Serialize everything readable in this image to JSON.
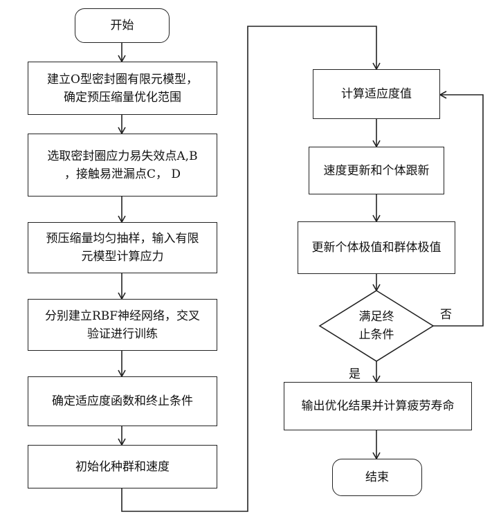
{
  "nodes": {
    "start": "开始",
    "step1_line1": "建立O型密封圈有限元模型，",
    "step1_line2": "确定预压缩量优化范围",
    "step2_line1": "选取密封圈应力易失效点A,B",
    "step2_line2": "，接触易泄漏点C， D",
    "step3_line1": "预压缩量均匀抽样，输入有限",
    "step3_line2": "元模型计算应力",
    "step4_line1": "分别建立RBF神经网络，交叉",
    "step4_line2": "验证进行训练",
    "step5": "确定适应度函数和终止条件",
    "step6": "初始化种群和速度",
    "calc_fitness": "计算适应度值",
    "update_speed": "速度更新和个体跟新",
    "update_best": "更新个体极值和群体极值",
    "decision_line1": "满足终",
    "decision_line2": "止条件",
    "output": "输出优化结果并计算疲劳寿命",
    "end": "结束"
  },
  "edge_labels": {
    "no": "否",
    "yes": "是"
  }
}
